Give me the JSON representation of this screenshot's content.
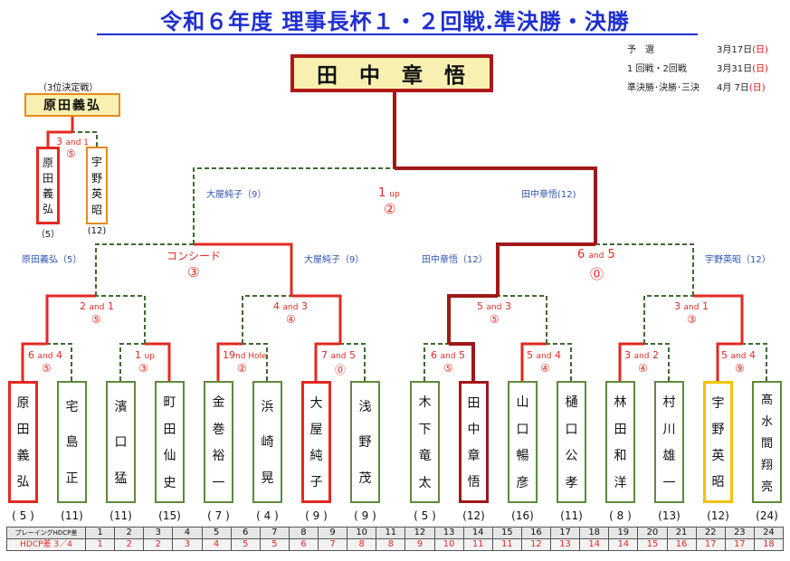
{
  "title": "令和６年度 理事長杯１・２回戦.準決勝・決勝",
  "schedule": [
    {
      "label": "予　選",
      "date": "3月17日",
      "dow": "(日)"
    },
    {
      "label": "1 回戦・2回戦",
      "date": "3月31日",
      "dow": "(日)"
    },
    {
      "label": "準決勝･決勝･三決",
      "date": "4月 7日",
      "dow": "(日)"
    }
  ],
  "champion": [
    "田",
    "中",
    "章",
    "悟"
  ],
  "third_place": {
    "caption": "（3位決定戦）",
    "winner": "原田義弘",
    "score_big": "3",
    "score_small": "and 1",
    "holes": "⑤",
    "players": [
      {
        "chars": [
          "原",
          "田",
          "義",
          "弘"
        ],
        "hc": "（5）"
      },
      {
        "chars": [
          "宇",
          "野",
          "英",
          "昭"
        ],
        "hc": "(12)"
      }
    ]
  },
  "players": [
    {
      "chars": [
        "原",
        "田",
        "義",
        "弘"
      ],
      "hc": "( 5 )"
    },
    {
      "chars": [
        "宅",
        "島",
        "正"
      ],
      "hc": "(11)"
    },
    {
      "chars": [
        "濱",
        "口",
        "猛"
      ],
      "hc": "(11)"
    },
    {
      "chars": [
        "町",
        "田",
        "仙",
        "史"
      ],
      "hc": "(15)"
    },
    {
      "chars": [
        "金",
        "巻",
        "裕",
        "一"
      ],
      "hc": "( 7 )"
    },
    {
      "chars": [
        "浜",
        "崎",
        "晃"
      ],
      "hc": "( 4 )"
    },
    {
      "chars": [
        "大",
        "屋",
        "純",
        "子"
      ],
      "hc": "( 9 )"
    },
    {
      "chars": [
        "浅",
        "野",
        "茂"
      ],
      "hc": "( 9 )"
    },
    {
      "chars": [
        "木",
        "下",
        "竜",
        "太"
      ],
      "hc": "( 5 )"
    },
    {
      "chars": [
        "田",
        "中",
        "章",
        "悟"
      ],
      "hc": "(12)"
    },
    {
      "chars": [
        "山",
        "口",
        "暢",
        "彦"
      ],
      "hc": "(16)"
    },
    {
      "chars": [
        "樋",
        "口",
        "公",
        "孝"
      ],
      "hc": "(11)"
    },
    {
      "chars": [
        "林",
        "田",
        "和",
        "洋"
      ],
      "hc": "( 8 )"
    },
    {
      "chars": [
        "村",
        "川",
        "雄",
        "一"
      ],
      "hc": "(13)"
    },
    {
      "chars": [
        "宇",
        "野",
        "英",
        "昭"
      ],
      "hc": "(12)"
    },
    {
      "chars": [
        "髙",
        "水",
        "間",
        "翔",
        "亮"
      ],
      "hc": "(24)"
    }
  ],
  "round1": [
    {
      "big": "6",
      "small": "and",
      "big2": "4",
      "circ": "⑤"
    },
    {
      "big": "1",
      "small": "up",
      "big2": "",
      "circ": "③"
    },
    {
      "big": "19",
      "small": "nd Hole",
      "big2": "",
      "circ": "②"
    },
    {
      "big": "7",
      "small": "and",
      "big2": "5",
      "circ": "⓪"
    },
    {
      "big": "6",
      "small": "and",
      "big2": "5",
      "circ": "⑤"
    },
    {
      "big": "5",
      "small": "and",
      "big2": "4",
      "circ": "④"
    },
    {
      "big": "3",
      "small": "and",
      "big2": "2",
      "circ": "④"
    },
    {
      "big": "5",
      "small": "and",
      "big2": "4",
      "circ": "⑨"
    }
  ],
  "round2": [
    {
      "big": "2",
      "small": "and",
      "big2": "1",
      "circ": "⑤"
    },
    {
      "big": "4",
      "small": "and",
      "big2": "3",
      "circ": "④"
    },
    {
      "big": "5",
      "small": "and",
      "big2": "3",
      "circ": "⑤"
    },
    {
      "big": "3",
      "small": "and",
      "big2": "1",
      "circ": "③"
    }
  ],
  "semis": {
    "left_label": "コンシード",
    "left_circ": "③",
    "right_big": "6",
    "right_small": "and",
    "right_big2": "5",
    "right_circ": "⓪",
    "names": [
      "原田義弘（5）",
      "大屋純子（9）",
      "田中章悟（12）",
      "宇野英昭（12）"
    ]
  },
  "final": {
    "big": "1",
    "small": "up",
    "circ": "②",
    "names": [
      "大屋純子（9）",
      "田中章悟(12)"
    ]
  },
  "hdcp_table": {
    "row1_label": "プレーイングHDCP差",
    "row1": [
      "1",
      "2",
      "3",
      "4",
      "5",
      "6",
      "7",
      "8",
      "9",
      "10",
      "11",
      "12",
      "13",
      "14",
      "15",
      "16",
      "17",
      "18",
      "19",
      "20",
      "21",
      "22",
      "23",
      "24"
    ],
    "row2_label": "HDCP差 3／4",
    "row2": [
      "1",
      "2",
      "2",
      "3",
      "4",
      "5",
      "5",
      "6",
      "7",
      "8",
      "8",
      "9",
      "10",
      "11",
      "11",
      "12",
      "13",
      "14",
      "14",
      "15",
      "16",
      "17",
      "17",
      "18"
    ]
  },
  "colors": {
    "title": "#1f2fd0",
    "win_line": "#e22a22",
    "champ_line": "#a01818",
    "lose_line": "#3f6a30",
    "box_fill": "#f7f0b0"
  }
}
